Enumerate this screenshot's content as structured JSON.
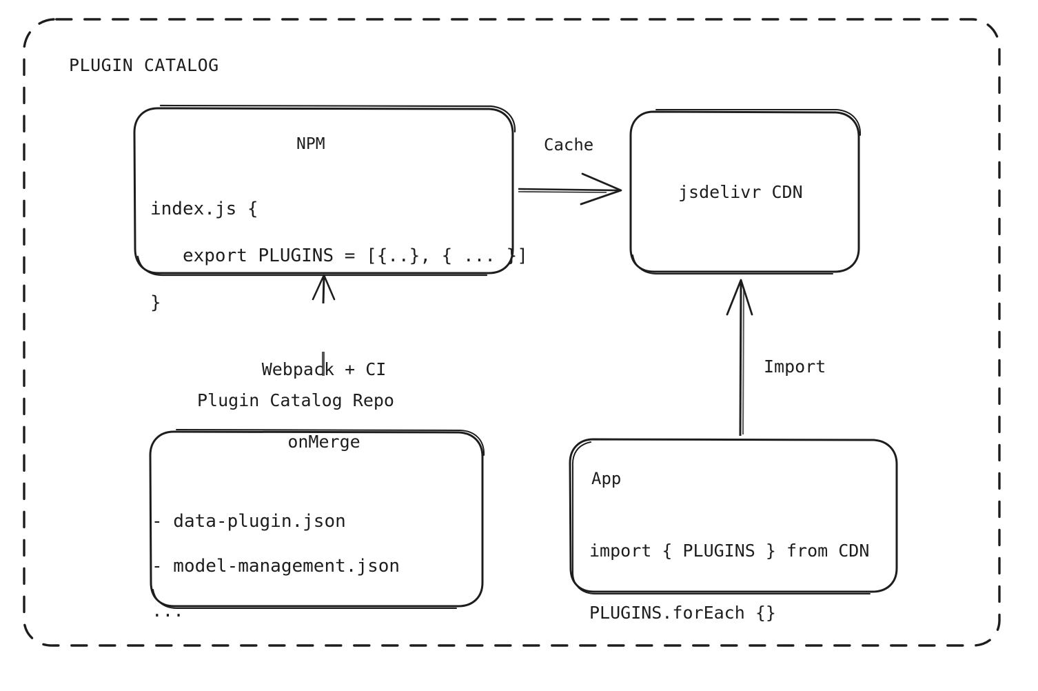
{
  "diagram": {
    "title": "PLUGIN CATALOG",
    "background_color": "#ffffff",
    "stroke_color": "#1d1d1d",
    "text_color": "#1d1d1d",
    "container": {
      "label": "PLUGIN CATALOG",
      "border_style": "dashed"
    },
    "nodes": {
      "npm": {
        "heading": "NPM",
        "code": [
          "index.js {",
          "   export PLUGINS = [{..}, { ... }]",
          "}"
        ]
      },
      "cdn": {
        "label": "jsdelivr CDN"
      },
      "repo": {
        "caption": "Plugin Catalog Repo",
        "items": [
          "- data-plugin.json",
          "- model-management.json",
          "..."
        ]
      },
      "app": {
        "heading": "App",
        "code": [
          "import { PLUGINS } from CDN",
          "PLUGINS.forEach {}"
        ]
      }
    },
    "edges": [
      {
        "id": "npm-to-cdn",
        "label": "Cache",
        "from": "npm",
        "to": "cdn",
        "direction": "right"
      },
      {
        "id": "repo-to-npm",
        "label": "Webpack + CI\nonMerge",
        "label_line1": "Webpack + CI",
        "label_line2": "onMerge",
        "from": "repo",
        "to": "npm",
        "direction": "up"
      },
      {
        "id": "app-to-cdn",
        "label": "Import",
        "from": "app",
        "to": "cdn",
        "direction": "up"
      }
    ]
  }
}
